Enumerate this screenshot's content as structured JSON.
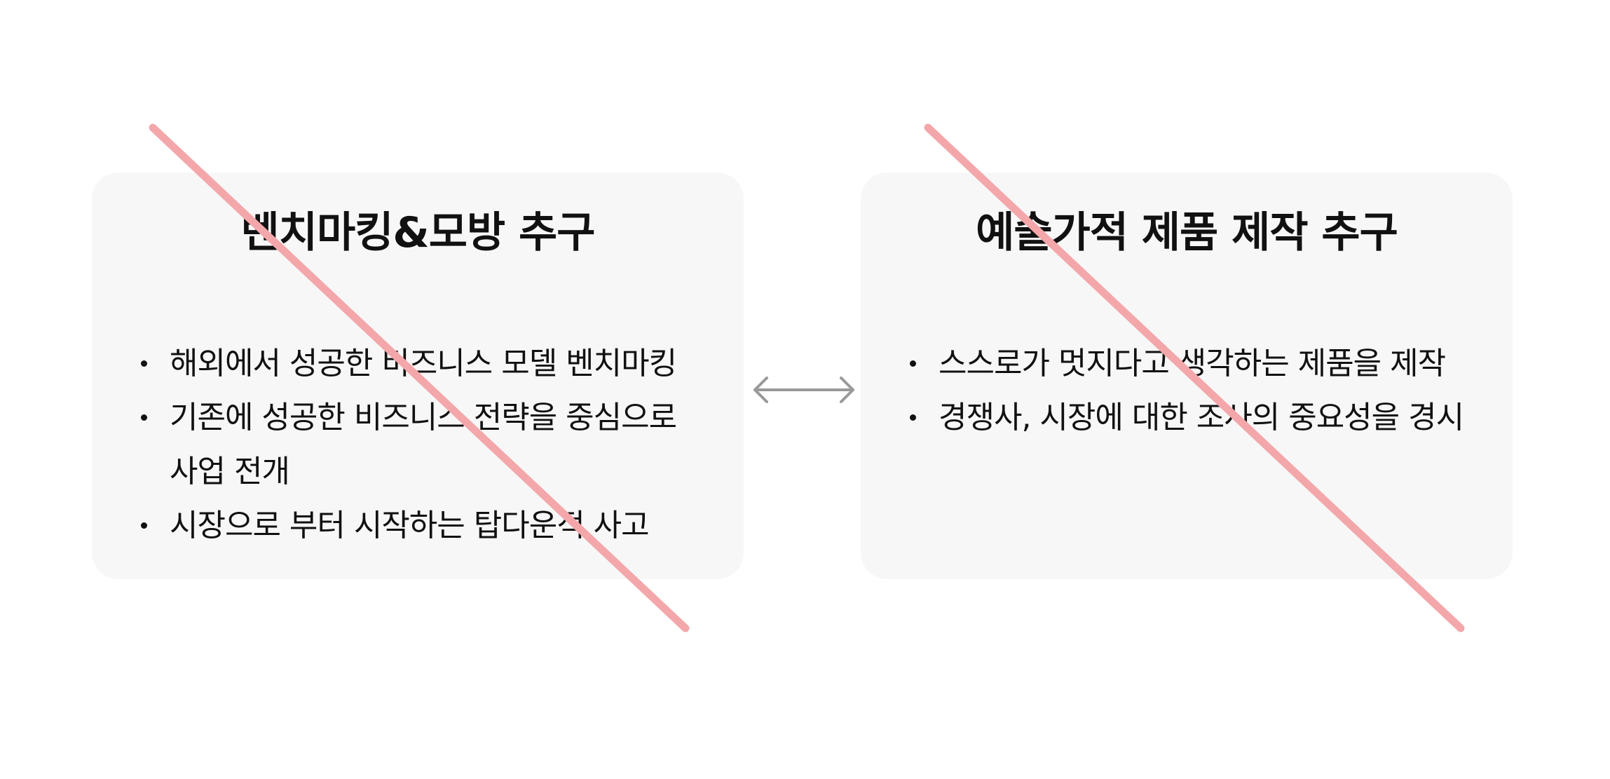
{
  "cards": {
    "left": {
      "title": "벤치마킹&모방 추구",
      "bullets": [
        "해외에서 성공한 비즈니스 모델 벤치마킹",
        "기존에 성공한 비즈니스 전략을 중심으로 사업 전개",
        "시장으로 부터 시작하는 탑다운적 사고"
      ]
    },
    "right": {
      "title": "예술가적 제품 제작 추구",
      "bullets": [
        "스스로가 멋지다고 생각하는 제품을 제작",
        "경쟁사, 시장에 대한 조사의 중요성을 경시"
      ]
    }
  },
  "colors": {
    "card_background": "#f7f7f7",
    "strike_line": "#f4a7aa",
    "arrow": "#999999",
    "text": "#111111"
  },
  "icons": {
    "connector": "double-headed-arrow",
    "strike": "diagonal-strike-line"
  }
}
